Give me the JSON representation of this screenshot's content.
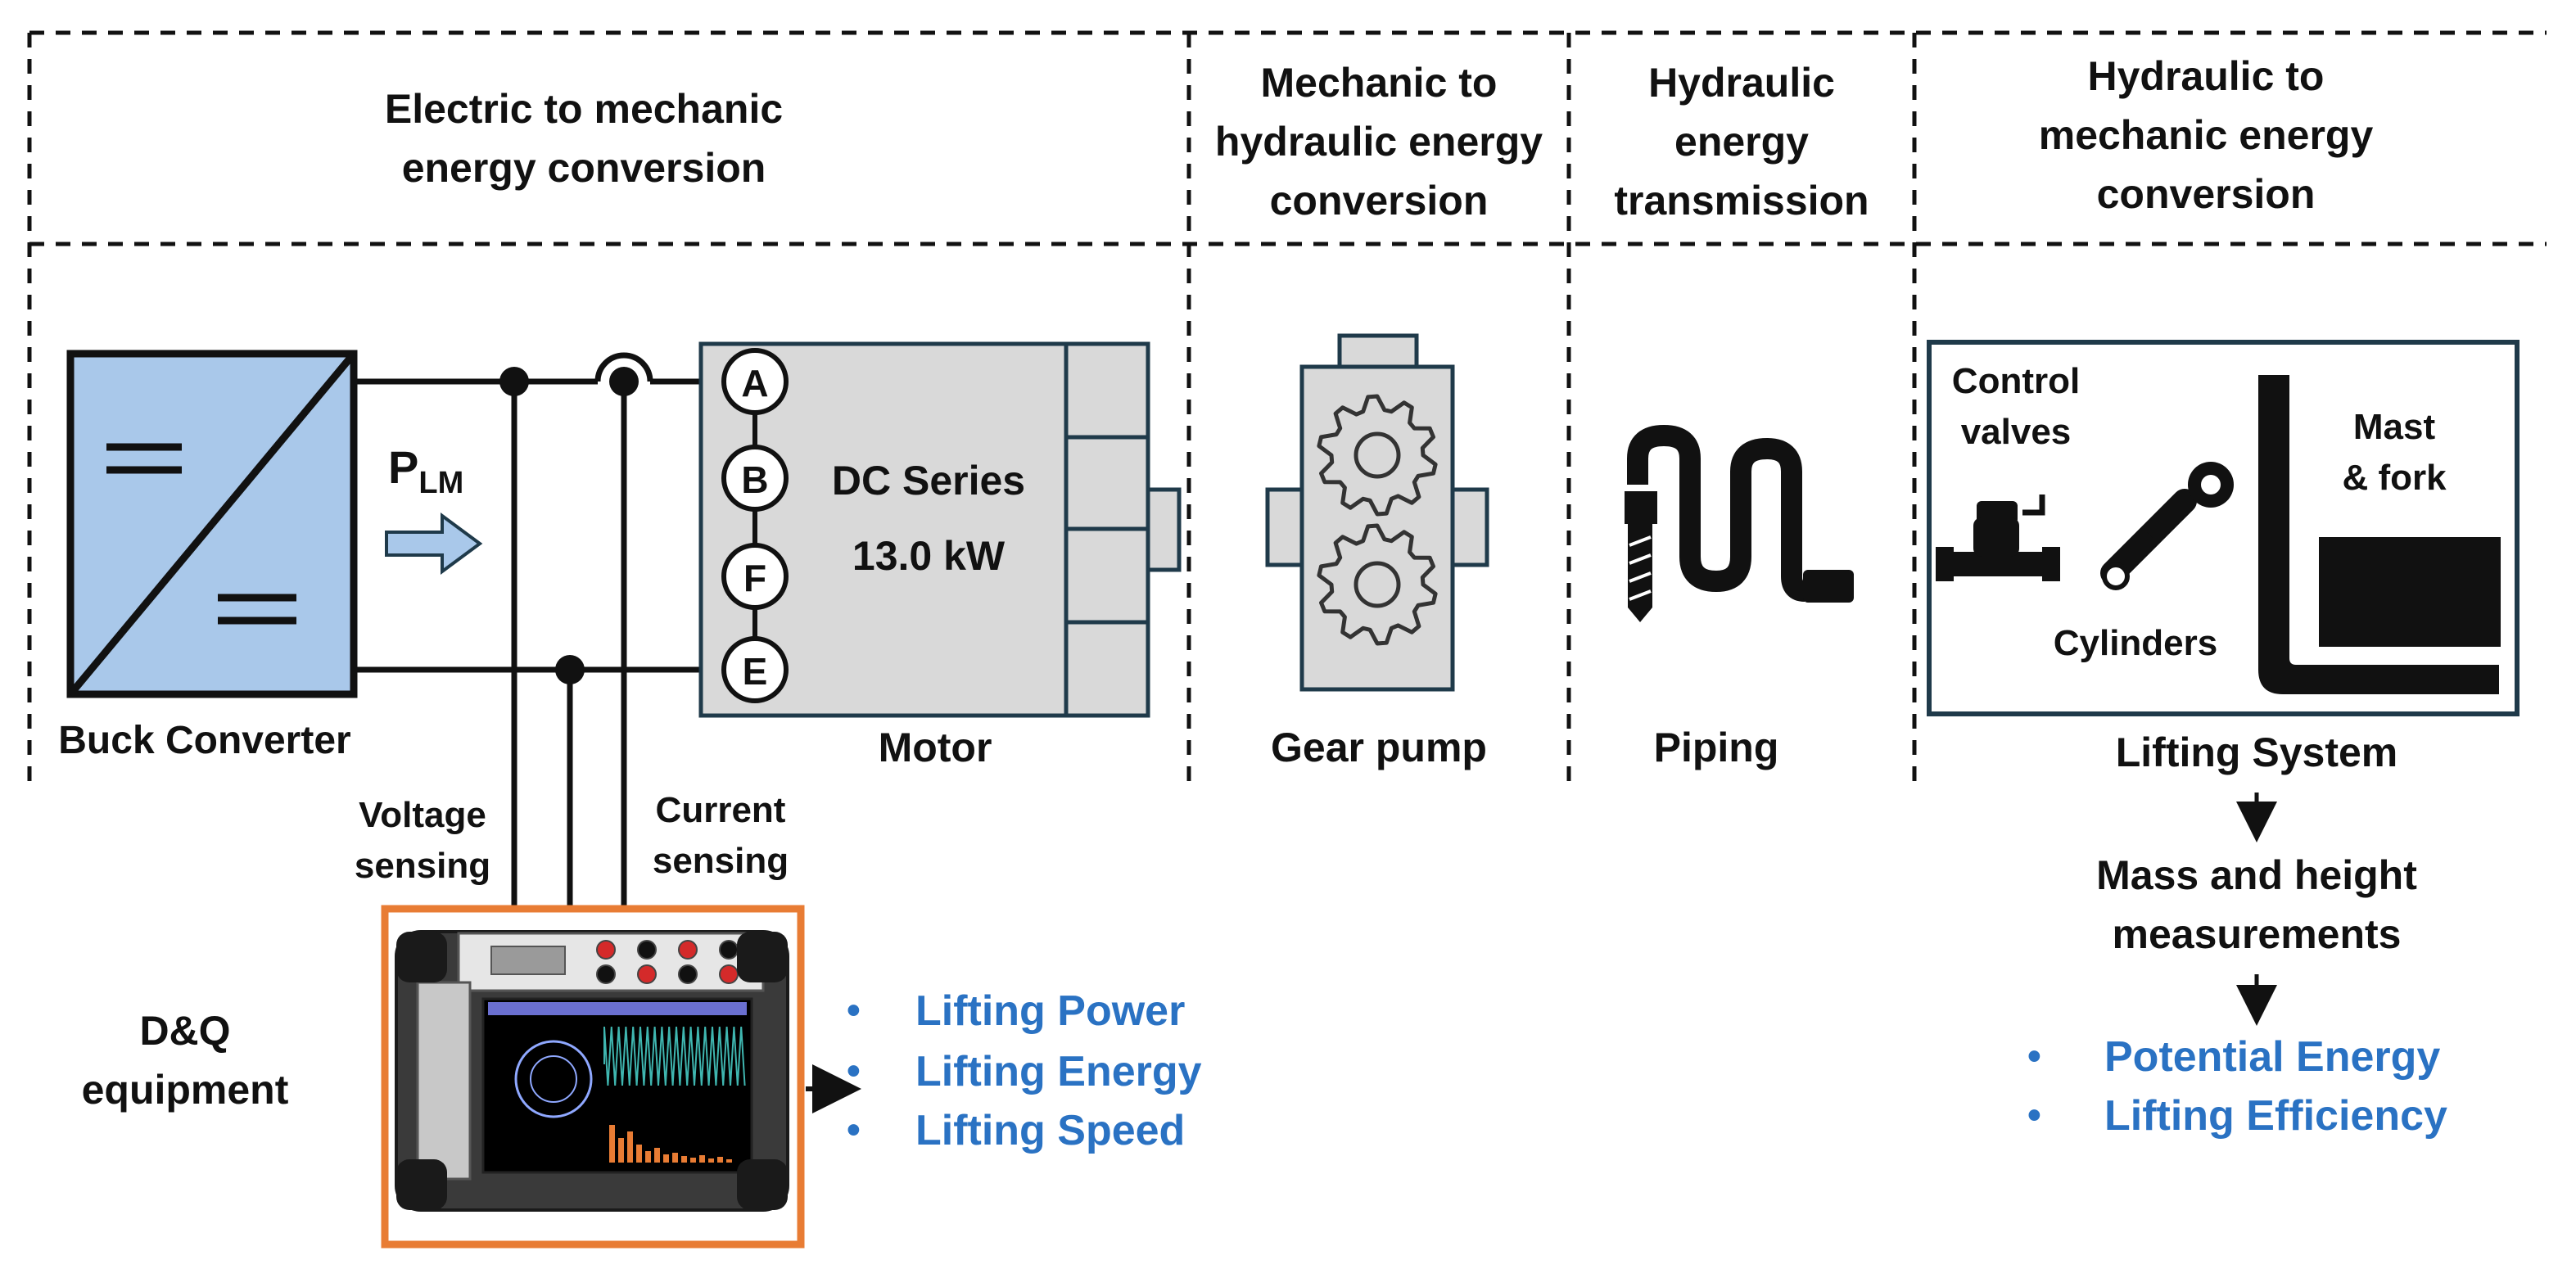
{
  "colors": {
    "ink": "#111111",
    "converter_fill": "#a9c8ea",
    "motor_fill": "#d9d9d9",
    "frame_stroke": "#1f3a4a",
    "daq_frame": "#e87c34",
    "output_blue": "#2a72c3"
  },
  "sections": {
    "electric": [
      "Electric to mechanic",
      "energy conversion"
    ],
    "mech_hyd": [
      "Mechanic to",
      "hydraulic energy",
      "conversion"
    ],
    "transmission": [
      "Hydraulic",
      "energy",
      "transmission"
    ],
    "hyd_mech": [
      "Hydraulic to",
      "mechanic energy",
      "conversion"
    ]
  },
  "converter": {
    "label": "Buck Converter",
    "power_symbol": "P",
    "power_subscript": "LM"
  },
  "motor": {
    "label": "Motor",
    "type": "DC Series",
    "rating": "13.0 kW",
    "terminals": [
      "A",
      "B",
      "F",
      "E"
    ]
  },
  "gear_pump": {
    "label": "Gear pump",
    "icon": "gear-pump-icon"
  },
  "piping": {
    "label": "Piping",
    "icon": "pipe-icon"
  },
  "lifting": {
    "label": "Lifting System",
    "control_valves": [
      "Control",
      "valves"
    ],
    "mast": [
      "Mast",
      "& fork"
    ],
    "cylinders": "Cylinders",
    "measurements": [
      "Mass and height",
      "measurements"
    ],
    "outputs": [
      "Potential Energy",
      "Lifting Efficiency"
    ]
  },
  "sensing": {
    "voltage": [
      "Voltage",
      "sensing"
    ],
    "current": [
      "Current",
      "sensing"
    ]
  },
  "daq": {
    "label": [
      "D&Q",
      "equipment"
    ],
    "outputs": [
      "Lifting Power",
      "Lifting Energy",
      "Lifting Speed"
    ],
    "bullet": "•",
    "icon": "data-acquisition-device-icon"
  }
}
